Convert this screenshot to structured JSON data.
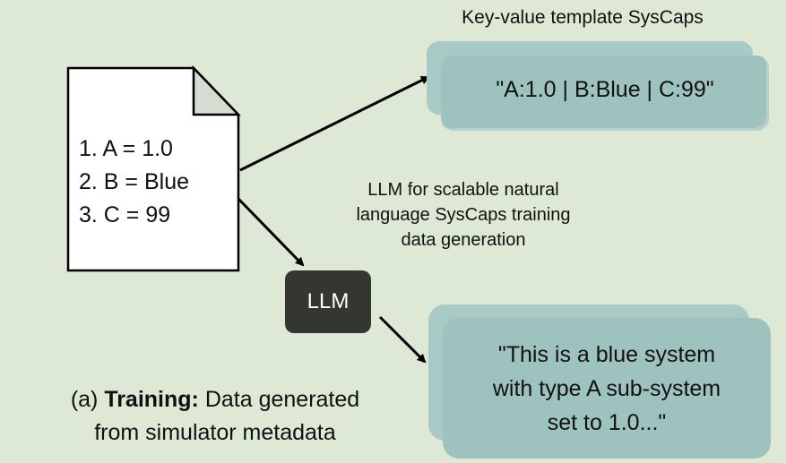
{
  "kv_section": {
    "title": "Key-value template SysCaps",
    "example": "\"A:1.0 | B:Blue | C:99\""
  },
  "document": {
    "lines": [
      "1. A = 1.0",
      "2. B = Blue",
      "3. C = 99"
    ]
  },
  "llm_note": {
    "lines": [
      "LLM for scalable natural",
      "language SysCaps training",
      "data generation"
    ]
  },
  "llm_box": {
    "label": "LLM"
  },
  "nl_section": {
    "lines": [
      "\"This is a blue system",
      "with type A sub-system",
      "set to 1.0...\""
    ]
  },
  "caption": {
    "prefix": "(a) ",
    "bold": "Training:",
    "rest_line1": " Data generated",
    "line2": "from simulator metadata"
  },
  "colors": {
    "background": "#dde8d5",
    "card": "#9ec2bd",
    "llm_box": "#333631"
  }
}
